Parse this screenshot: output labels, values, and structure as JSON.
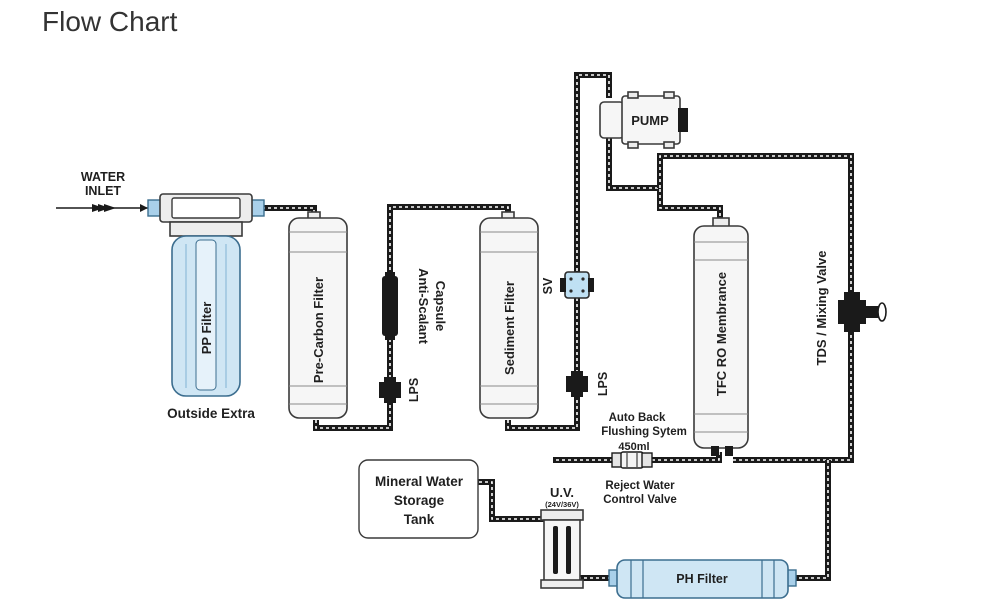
{
  "title": "Flow Chart",
  "labels": {
    "water_inlet_1": "WATER",
    "water_inlet_2": "INLET",
    "pp_filter": "PP Filter",
    "outside_extra": "Outside Extra",
    "pre_carbon": "Pre-Carbon Filter",
    "antiscalant_1": "Anti-Scalant",
    "antiscalant_2": "Capsule",
    "lps_1": "LPS",
    "sediment": "Sediment Filter",
    "sv": "SV",
    "lps_2": "LPS",
    "pump": "PUMP",
    "ro_membrane": "TFC RO Membrance",
    "tds_valve": "TDS / Mixing Valve",
    "auto_back_1": "Auto Back",
    "auto_back_2": "Flushing Sytem",
    "flow_450": "450ml",
    "reject_1": "Reject Water",
    "reject_2": "Control Valve",
    "tank_1": "Mineral Water",
    "tank_2": "Storage",
    "tank_3": "Tank",
    "uv": "U.V.",
    "uv_volt": "(24V/36V)",
    "ph_filter": "PH Filter"
  },
  "colors": {
    "pipe": "#1a1a1a",
    "filter_blue": "#cfe6f4",
    "outline_blue": "#3c6e8f",
    "title": "#333333"
  }
}
